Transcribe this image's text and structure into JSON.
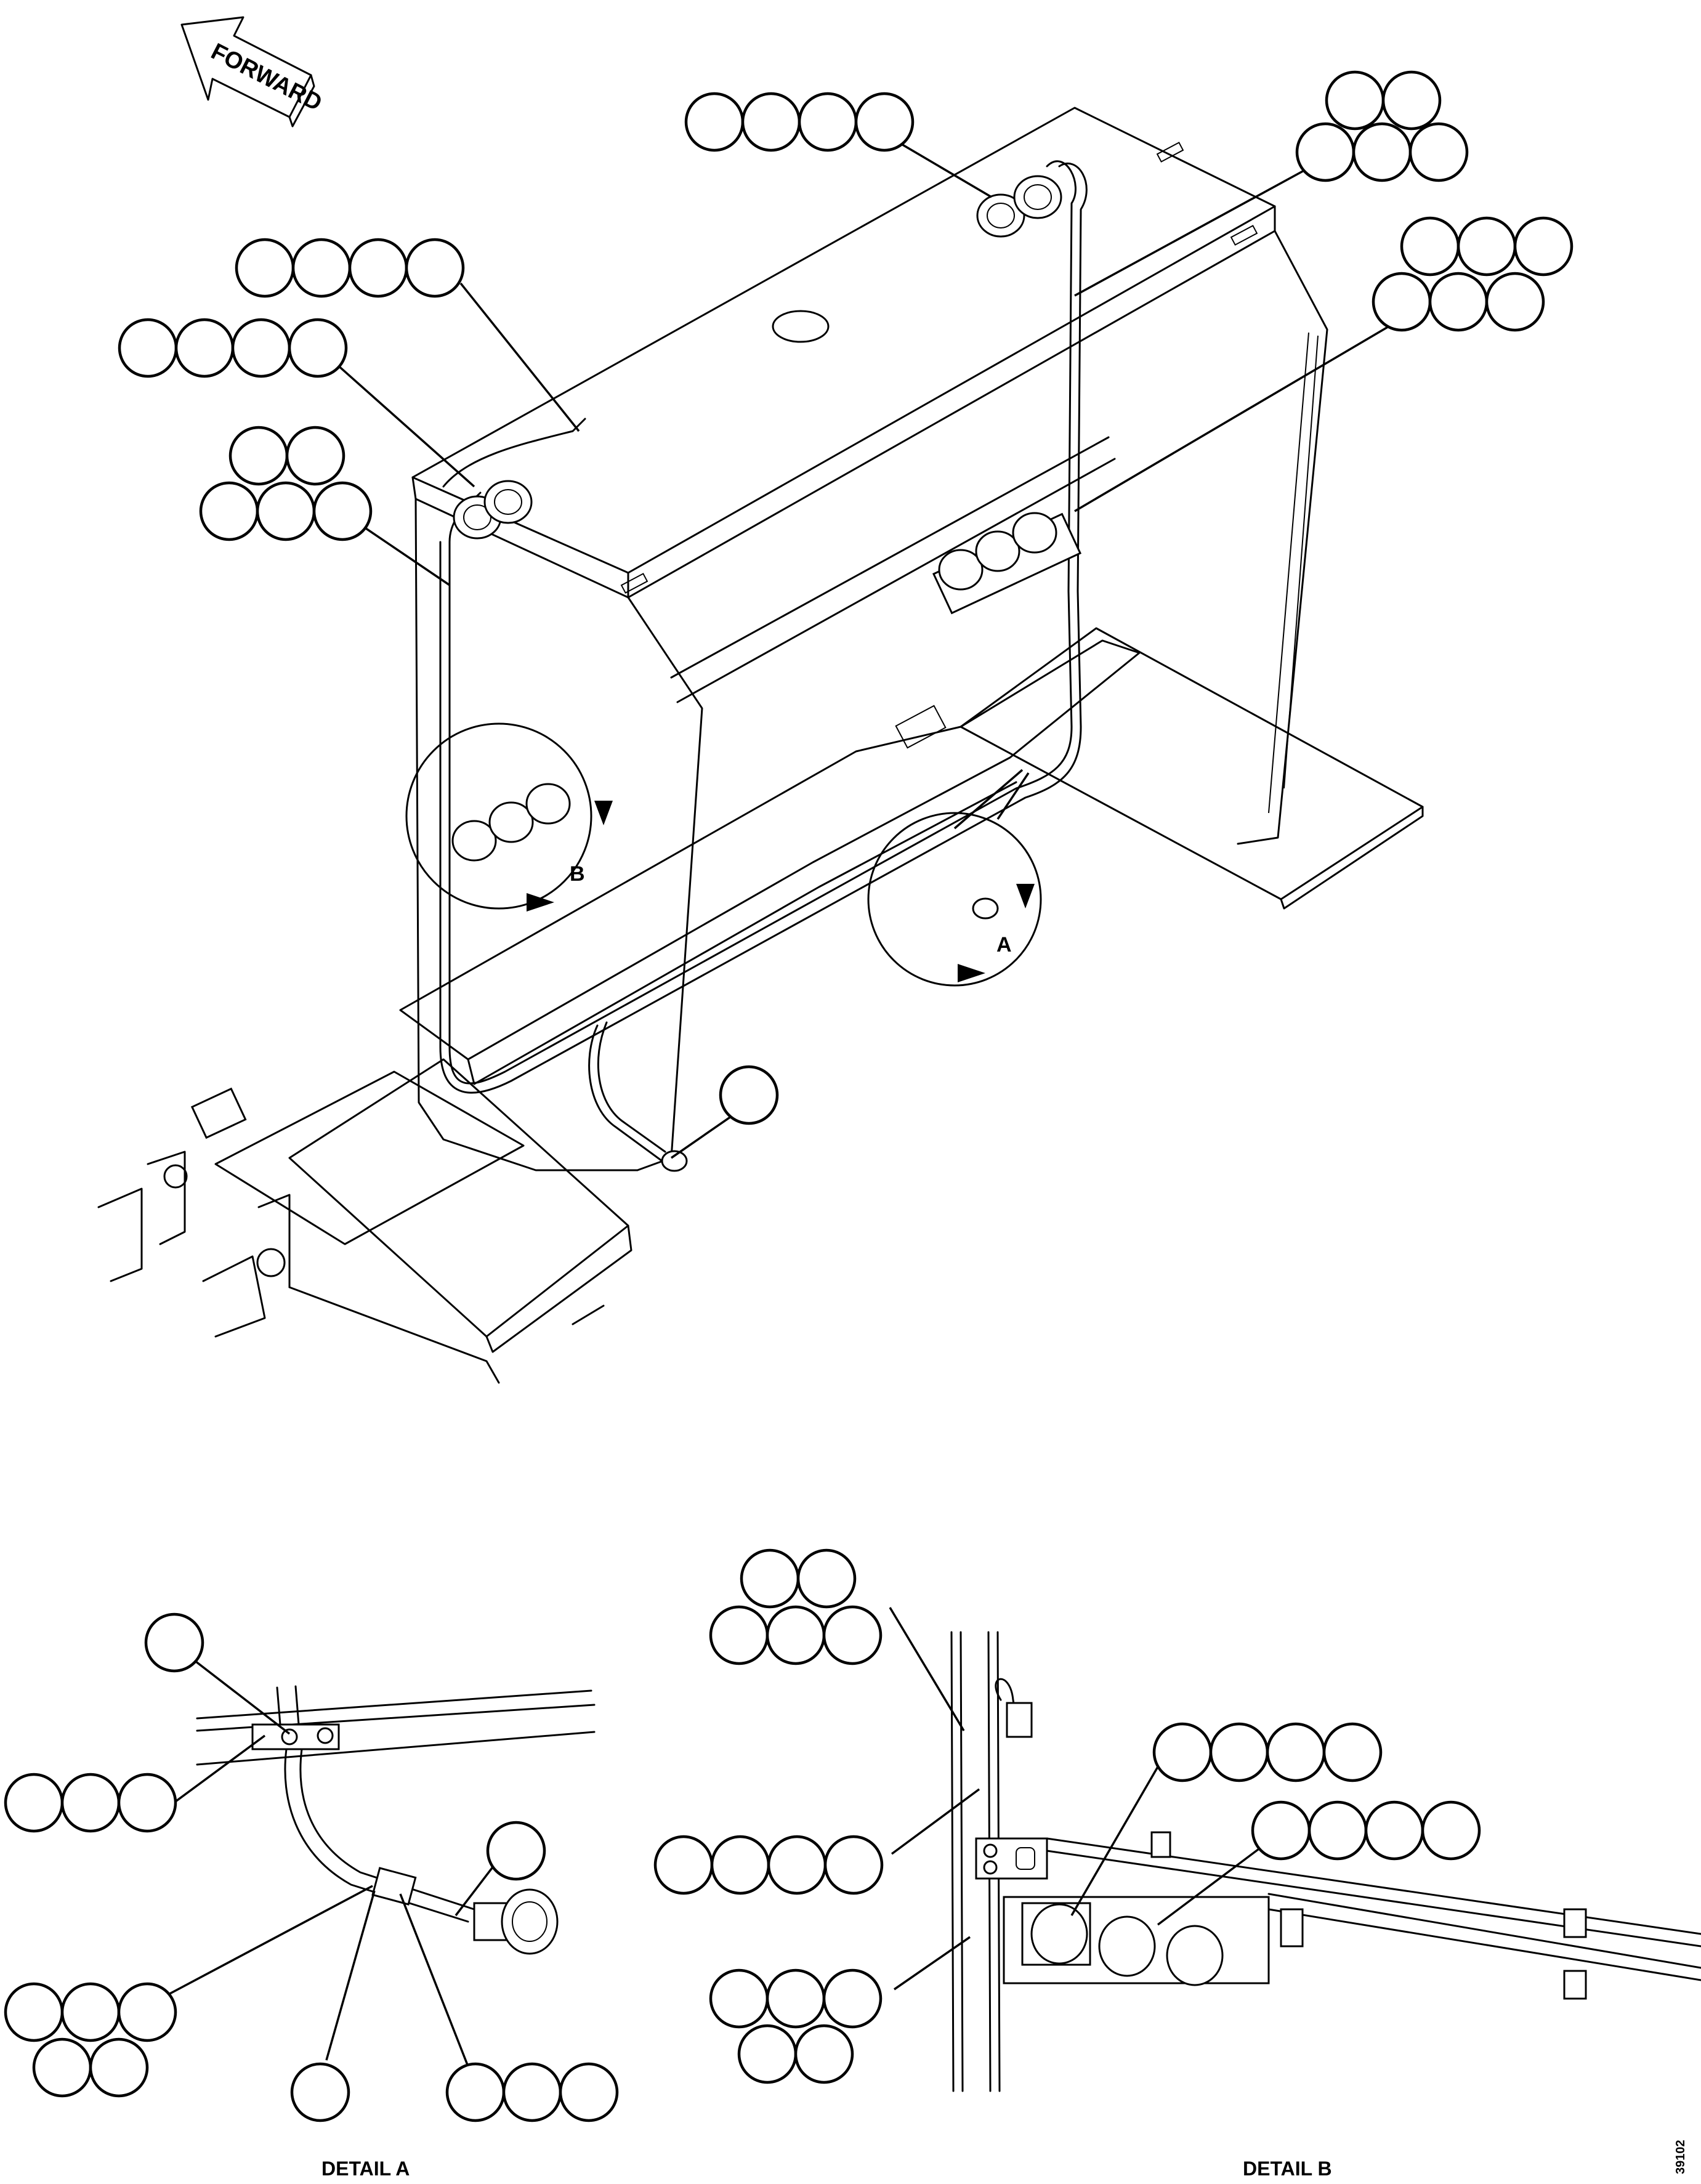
{
  "drawing": {
    "orientation_label": "FORWARD",
    "callouts": {
      "view_a": "A",
      "view_b": "B"
    },
    "detail_a": {
      "title": "DETAIL A"
    },
    "detail_b": {
      "title": "DETAIL B"
    },
    "sheet_code": "39102"
  }
}
